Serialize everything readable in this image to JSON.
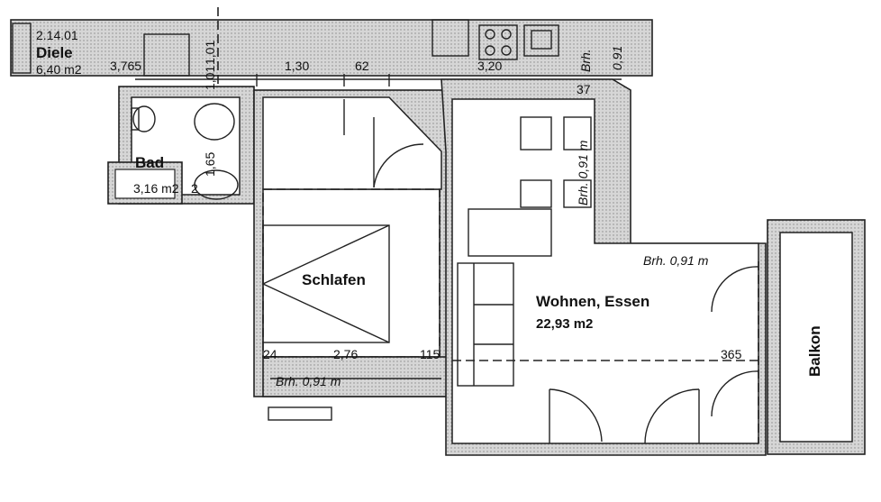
{
  "rooms": {
    "diele": {
      "name": "Diele",
      "area": "6,40 m2",
      "code": "2.14.01"
    },
    "bad": {
      "name": "Bad",
      "area": "3,16 m2"
    },
    "schlafen": {
      "name": "Schlafen"
    },
    "wohnen": {
      "name": "Wohnen, Essen",
      "area": "22,93 m2"
    },
    "balkon": {
      "name": "Balkon"
    }
  },
  "dimensions": {
    "d_376": "3,765",
    "d_130": "1,30",
    "d_62": "62",
    "d_320": "3,20",
    "d_101": "1,01",
    "d_101b": "1,01",
    "d_37": "37",
    "d_165": "1,65",
    "d_24": "24",
    "d_276": "2,76",
    "d_115": "115",
    "d_365": "365",
    "d_2": "2",
    "d_91": "0,91"
  },
  "notes": {
    "brh_bottom": "Brh. 0,91 m",
    "brh_right": "Brh. 0,91 m",
    "brh_vert1": "Brh. 0,91 m",
    "brh_vert2": "Brh.",
    "brh_top": "Brh."
  },
  "colors": {
    "wall_fill": "#c9c9c9",
    "line": "#222222"
  }
}
